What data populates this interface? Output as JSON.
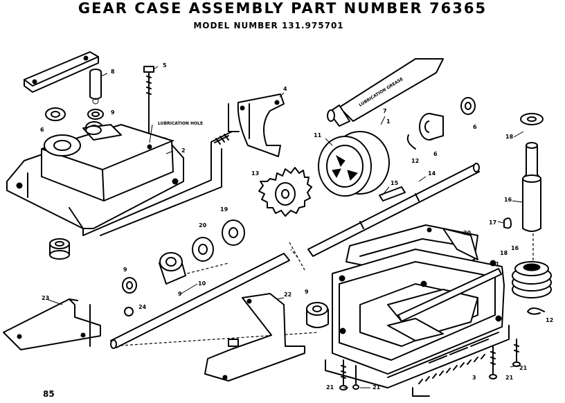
{
  "header": {
    "title": "GEAR CASE ASSEMBLY PART NUMBER 76365",
    "subtitle": "MODEL NUMBER 131.975701"
  },
  "labels": {
    "lubrication_hole": "LUBRICATION HOLE",
    "lubrication_grease": "LUBRICATION GREASE"
  },
  "callouts": [
    "8",
    "5",
    "6",
    "9",
    "4",
    "7",
    "6",
    "11",
    "6",
    "12",
    "18",
    "13",
    "15",
    "14",
    "16",
    "19",
    "20",
    "20",
    "17",
    "16",
    "18",
    "21",
    "9",
    "23",
    "10",
    "9",
    "24",
    "22",
    "9",
    "12",
    "3",
    "21",
    "21",
    "21",
    "21",
    "2",
    "1"
  ],
  "page_number": "85"
}
